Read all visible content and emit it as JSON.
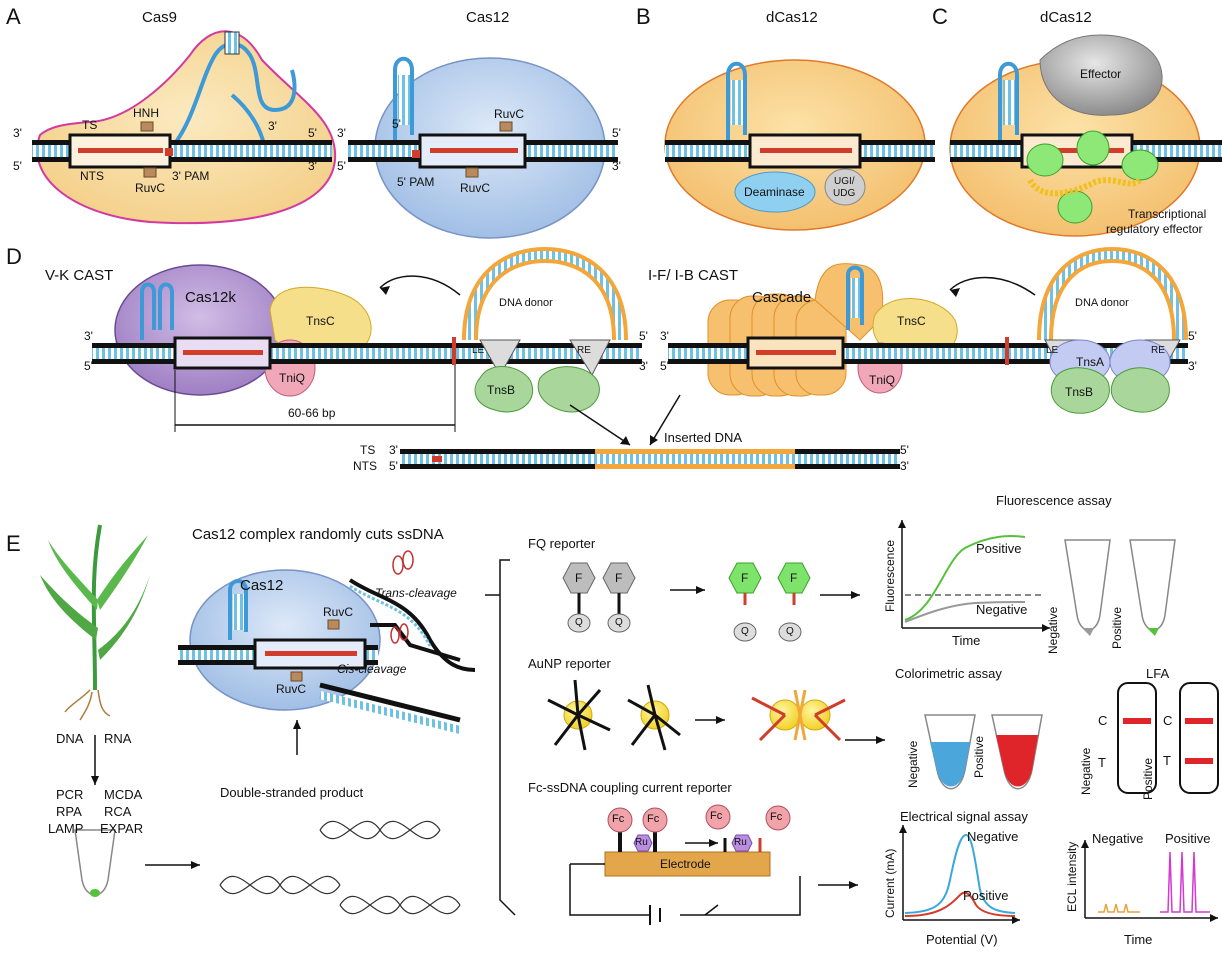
{
  "panels": {
    "A": "A",
    "B": "B",
    "C": "C",
    "D": "D",
    "E": "E"
  },
  "a": {
    "cas9": "Cas9",
    "cas12": "Cas12",
    "ts": "TS",
    "nts": "NTS",
    "hnh": "HNH",
    "ruvc": "RuvC",
    "pam3": "3' PAM",
    "pam5": "5' PAM",
    "p3": "3'",
    "p5": "5'"
  },
  "b": {
    "title": "dCas12",
    "deaminase": "Deaminase",
    "ugi_line1": "UGI/",
    "ugi_line2": "UDG"
  },
  "c": {
    "title": "dCas12",
    "effector": "Effector",
    "trans_line1": "Transcriptional",
    "trans_line2": "regulatory effector"
  },
  "d": {
    "vk": "V-K CAST",
    "ifib": "I-F/ I-B CAST",
    "cas12k": "Cas12k",
    "cascade": "Cascade",
    "tnsc": "TnsC",
    "tniq": "TniQ",
    "tnsb": "TnsB",
    "tnsa": "TnsA",
    "donor": "DNA donor",
    "le": "LE",
    "re": "RE",
    "bp": "60-66 bp",
    "inserted": "Inserted DNA",
    "ts": "TS",
    "nts": "NTS"
  },
  "e": {
    "cut_title": "Cas12 complex randomly cuts ssDNA",
    "cas12": "Cas12",
    "trans": "Trans-cleavage",
    "cis": "Cis-cleavage",
    "ruvc": "RuvC",
    "ds_product": "Double-stranded product",
    "dna": "DNA",
    "rna": "RNA",
    "amp_left": [
      "PCR",
      "RPA",
      "LAMP"
    ],
    "amp_right": [
      "MCDA",
      "RCA",
      "EXPAR"
    ],
    "fq": "FQ reporter",
    "f": "F",
    "q": "Q",
    "aunp": "AuNP reporter",
    "fc_reporter": "Fc-ssDNA coupling current reporter",
    "fc": "Fc",
    "ru": "Ru",
    "electrode": "Electrode",
    "fluor_assay": "Fluorescence assay",
    "fluor_ylabel": "Fluorescence",
    "time": "Time",
    "positive": "Positive",
    "negative": "Negative",
    "color_assay": "Colorimetric assay",
    "lfa": "LFA",
    "c": "C",
    "t": "T",
    "elec_assay": "Electrical signal assay",
    "current": "Current (mA)",
    "potential": "Potential (V)",
    "ecl": "ECL intensity"
  },
  "colors": {
    "cas9": "#f7dca0",
    "cas9_edge": "#d23aa0",
    "cas12": "#bcd3ef",
    "dcas": "#f7cf8f",
    "guide": "#3d9ad6",
    "dna_fill": "#7cc7e4",
    "target": "#d23c2a",
    "tnsc": "#f6df8a",
    "tniq": "#f0a8b8",
    "tnsb": "#a9d79b",
    "cas12k": "#b79ad2",
    "electrode": "#e4a64a",
    "green": "#45c23a"
  }
}
